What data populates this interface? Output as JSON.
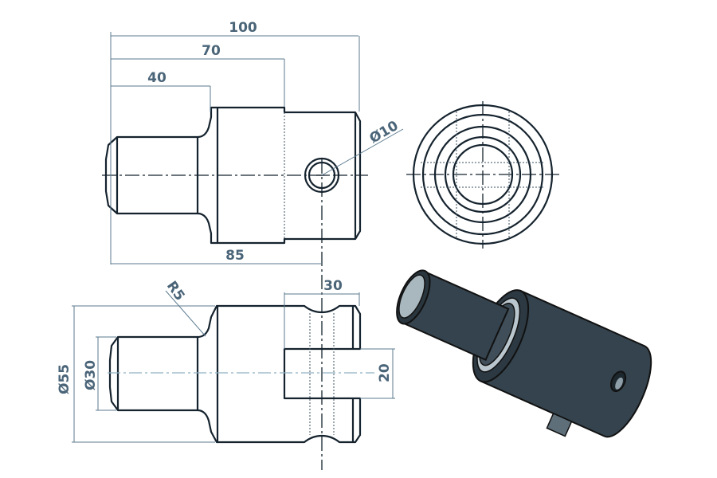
{
  "title": "Shaft pin technical drawing",
  "dimensions": {
    "overall_length": "100",
    "body_step": "70",
    "stub_length": "40",
    "hole_position": "85",
    "hole_diameter": "Ø10",
    "slot_width": "30",
    "slot_height": "20",
    "fillet_radius": "R5",
    "body_diameter": "Ø55",
    "stub_diameter": "Ø30"
  },
  "colors": {
    "line": "#15232e",
    "dimension": "#4a6478",
    "solid": "#34434d",
    "solid_light": "#a9b7bf"
  }
}
